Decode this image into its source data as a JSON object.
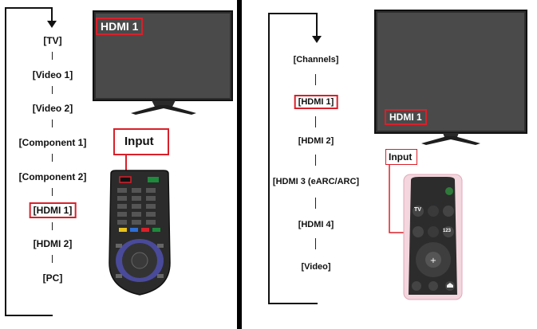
{
  "left_panel": {
    "inputs": [
      "[TV]",
      "[Video 1]",
      "[Video 2]",
      "[Component 1]",
      "[Component 2]",
      "[HDMI 1]",
      "[HDMI 2]",
      "[PC]"
    ],
    "highlighted_index": 5,
    "tv_screen_label": "HDMI 1",
    "remote_callout": "Input"
  },
  "right_panel": {
    "inputs": [
      "[Channels]",
      "[HDMI 1]",
      "[HDMI 2]",
      "[HDMI 3 (eARC/ARC]",
      "[HDMI 4]",
      "[Video]"
    ],
    "highlighted_index": 1,
    "tv_screen_label": "HDMI 1",
    "remote_callout": "Input",
    "remote_buttons": {
      "tv": "TV",
      "num": "123"
    }
  },
  "colors": {
    "highlight": "#d9202a",
    "screen": "#4a4a4a"
  }
}
